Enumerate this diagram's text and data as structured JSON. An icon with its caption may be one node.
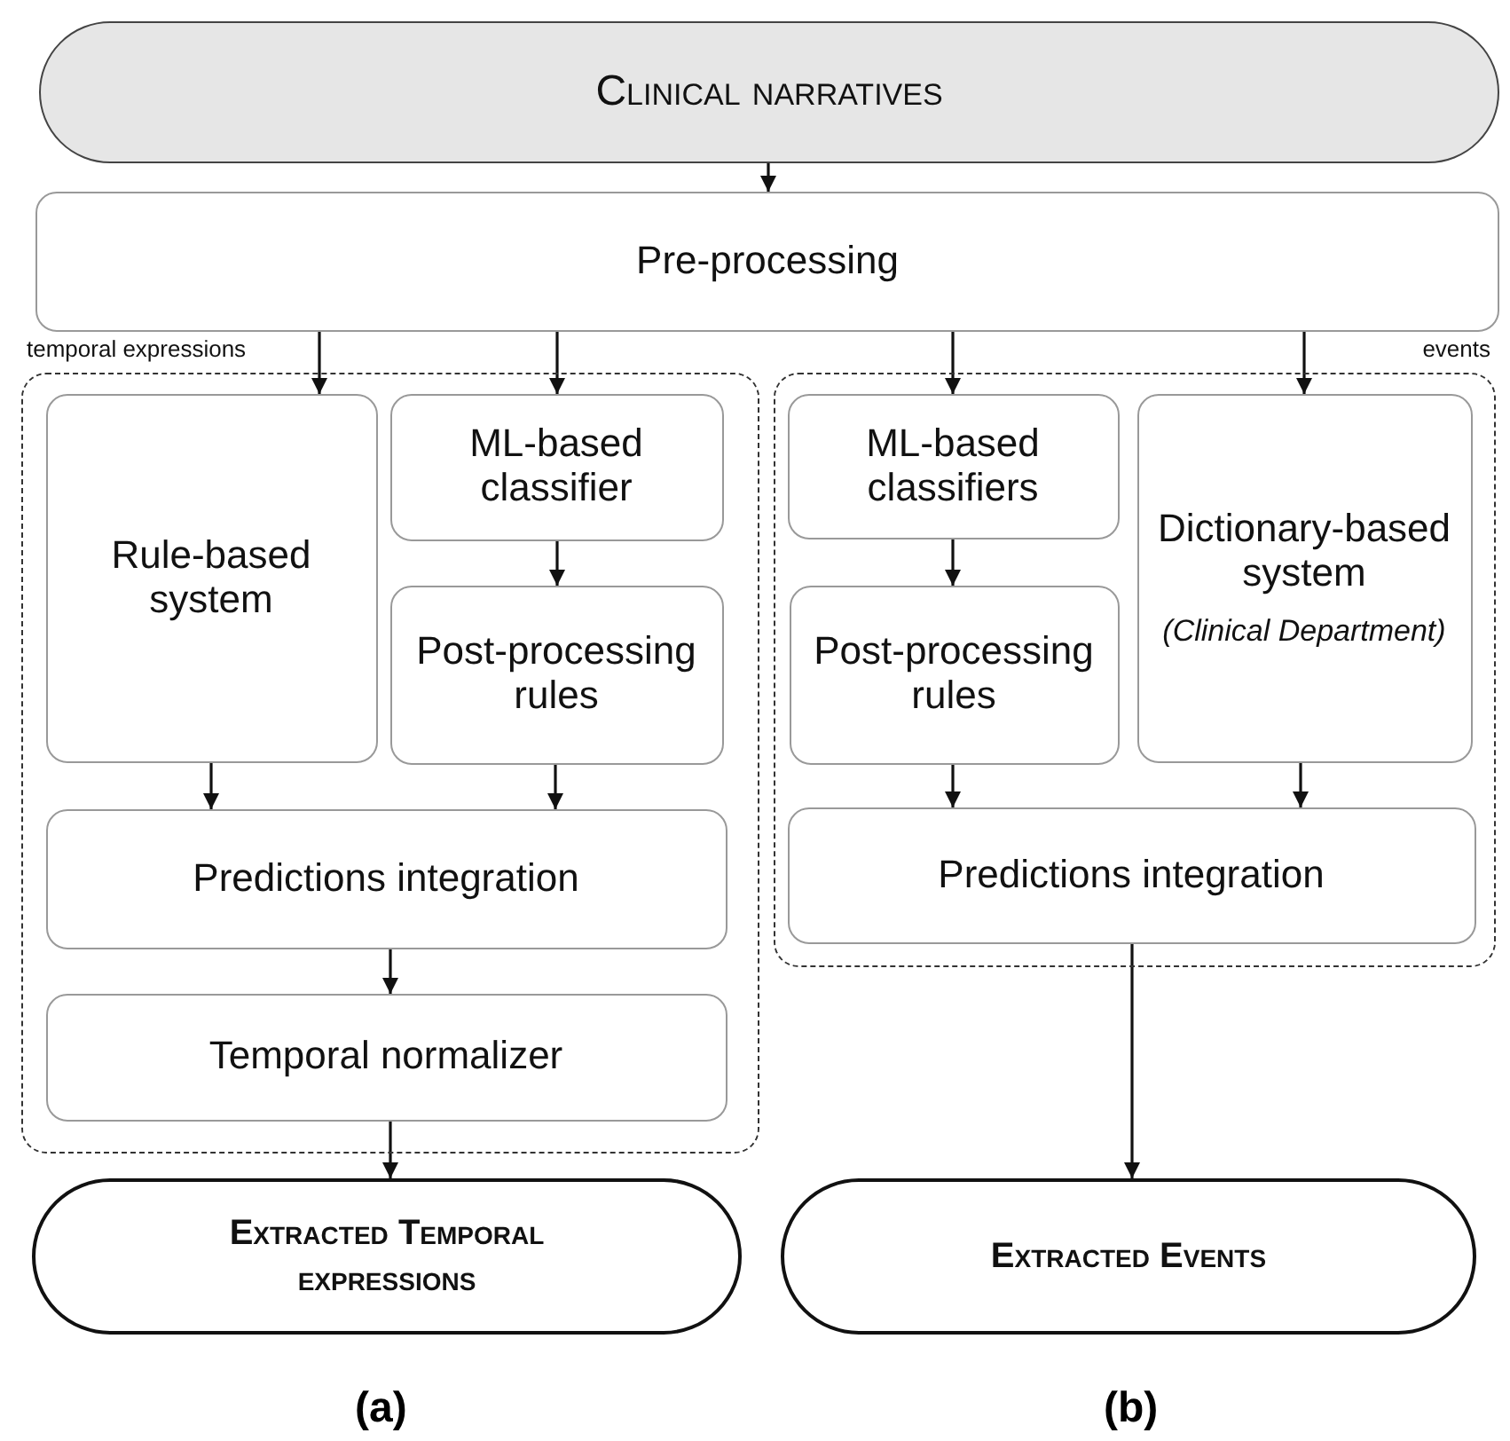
{
  "diagram": {
    "nodes": [
      {
        "text": [
          "Clinical narratives"
        ]
      },
      {
        "text": [
          "Pre-processing"
        ]
      },
      {
        "text": [
          "temporal expressions"
        ]
      },
      {
        "text": [
          "Rule-based system"
        ],
        "in": 2
      },
      {
        "text": [
          "ML-based classifier"
        ],
        "in": 2
      },
      {
        "text": [
          "Post-processing rules"
        ],
        "in": 2
      },
      {
        "text": [
          "Predictions integration"
        ],
        "in": 2
      },
      {
        "text": [
          "Temporal normalizer"
        ],
        "in": 2
      },
      {
        "text": [
          "events"
        ]
      },
      {
        "text": [
          "ML-based classifiers"
        ],
        "in": 8
      },
      {
        "text": [
          "Dictionary-based system",
          "(Clinical Department)"
        ],
        "in": 8
      },
      {
        "text": [
          "Post-processing rules"
        ],
        "in": 8
      },
      {
        "text": [
          "Predictions integration"
        ],
        "in": 8
      },
      {
        "text": [
          "Extracted Temporal expressions"
        ]
      },
      {
        "text": [
          "Extracted Events"
        ]
      }
    ],
    "edges": [
      {
        "from": 0,
        "to": 1,
        "arrow": "to"
      },
      {
        "from": 1,
        "to": 3,
        "arrow": "to"
      },
      {
        "from": 1,
        "to": 4,
        "arrow": "to"
      },
      {
        "from": 1,
        "to": 9,
        "arrow": "to"
      },
      {
        "from": 1,
        "to": 10,
        "arrow": "to"
      },
      {
        "from": 4,
        "to": 5,
        "arrow": "to"
      },
      {
        "from": 3,
        "to": 6,
        "arrow": "to"
      },
      {
        "from": 5,
        "to": 6,
        "arrow": "to"
      },
      {
        "from": 6,
        "to": 7,
        "arrow": "to"
      },
      {
        "from": 7,
        "to": 13,
        "arrow": "to"
      },
      {
        "from": 9,
        "to": 11,
        "arrow": "to"
      },
      {
        "from": 11,
        "to": 12,
        "arrow": "to"
      },
      {
        "from": 10,
        "to": 12,
        "arrow": "to"
      },
      {
        "from": 12,
        "to": 14,
        "arrow": "to"
      }
    ],
    "labels": [
      "(a)",
      "(b)"
    ]
  }
}
